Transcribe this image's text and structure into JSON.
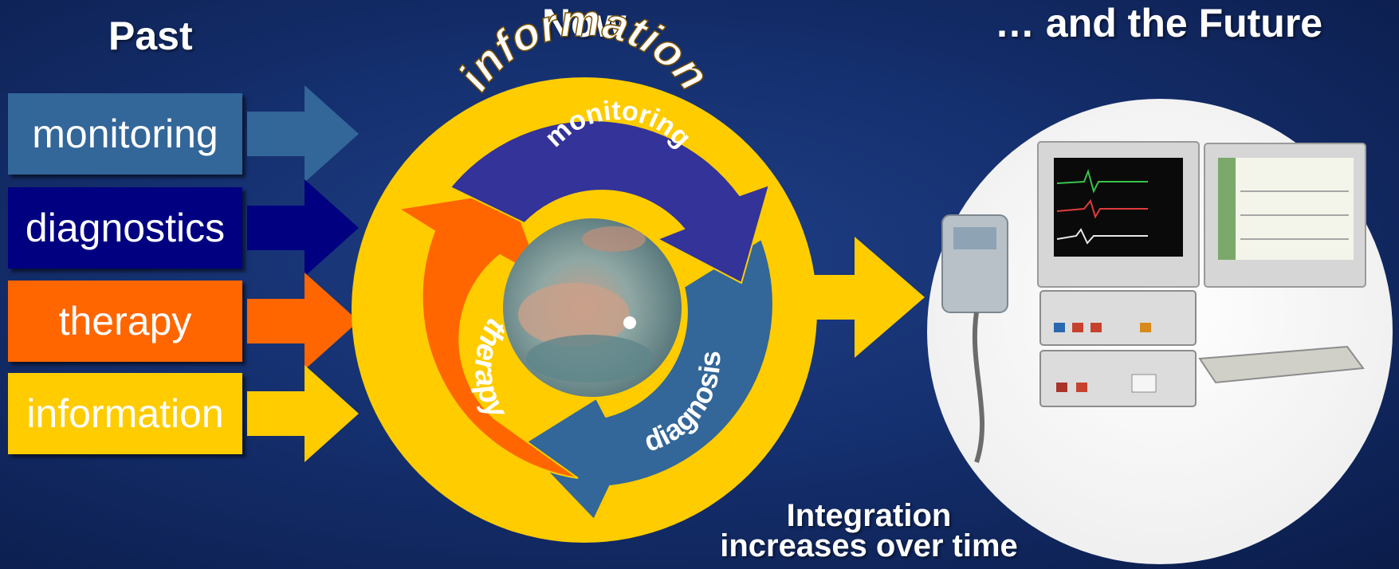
{
  "headings": {
    "past": "Past",
    "now": "Now",
    "future": "… and the Future"
  },
  "past_items": [
    {
      "label": "monitoring",
      "box_color": "#336699",
      "arrow_color": "#336699",
      "text_color": "#ffffff"
    },
    {
      "label": "diagnostics",
      "box_color": "#000080",
      "arrow_color": "#000080",
      "text_color": "#ffffff"
    },
    {
      "label": "therapy",
      "box_color": "#ff6600",
      "arrow_color": "#ff6600",
      "text_color": "#ffffff"
    },
    {
      "label": "information",
      "box_color": "#ffcc00",
      "arrow_color": "#ffcc00",
      "text_color": "#ffffff"
    }
  ],
  "cycle": {
    "outer_label": "information",
    "segments": [
      {
        "label": "monitoring",
        "color": "#333399"
      },
      {
        "label": "diagnosis",
        "color": "#336699"
      },
      {
        "label": "therapy",
        "color": "#ff6600"
      }
    ],
    "ring_color": "#ffcc00"
  },
  "caption": {
    "line1": "Integration",
    "line2": "increases over time"
  }
}
